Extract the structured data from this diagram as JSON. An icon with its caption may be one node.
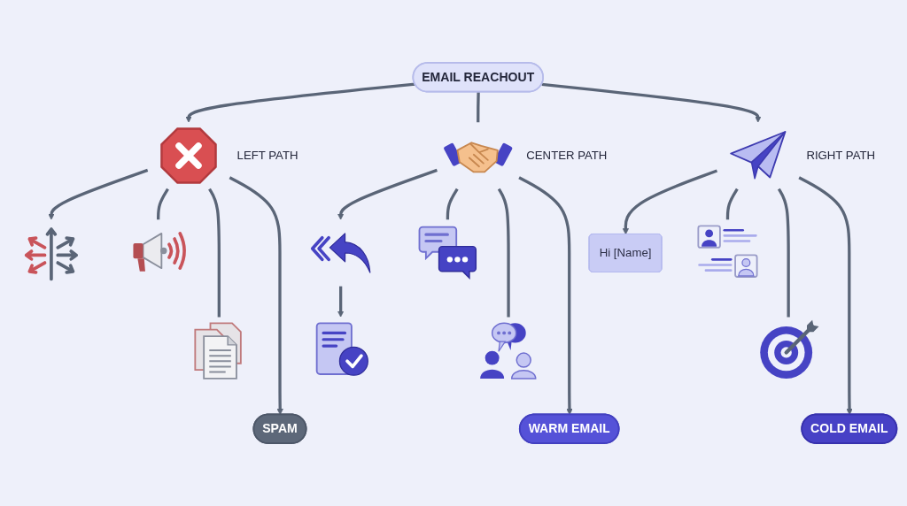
{
  "diagram": {
    "nodes": [
      {
        "text": [
          "EMAIL REACHOUT"
        ]
      },
      {
        "text": [],
        "shape": "picture",
        "beside": [
          "LEFT PATH"
        ]
      },
      {
        "text": [],
        "shape": "picture",
        "beside": [
          "CENTER PATH"
        ]
      },
      {
        "text": [],
        "shape": "picture",
        "beside": [
          "RIGHT PATH"
        ]
      },
      {
        "text": [],
        "shape": "picture"
      },
      {
        "text": [],
        "shape": "picture"
      },
      {
        "text": [],
        "shape": "picture"
      },
      {
        "text": [],
        "shape": "picture"
      },
      {
        "text": [],
        "shape": "picture"
      },
      {
        "text": [],
        "shape": "picture"
      },
      {
        "text": [],
        "shape": "picture"
      },
      {
        "text": [
          "Hi [Name]"
        ]
      },
      {
        "text": [],
        "shape": "picture"
      },
      {
        "text": [],
        "shape": "picture"
      },
      {
        "text": [
          "SPAM"
        ]
      },
      {
        "text": [
          "WARM EMAIL"
        ]
      },
      {
        "text": [
          "COLD EMAIL"
        ]
      }
    ],
    "edges": [
      {
        "from": 0,
        "to": 1,
        "arrow": "to"
      },
      {
        "from": 0,
        "to": 2,
        "arrow": "none"
      },
      {
        "from": 0,
        "to": 3,
        "arrow": "to"
      },
      {
        "from": 1,
        "to": 4,
        "arrow": "to"
      },
      {
        "from": 1,
        "to": 5,
        "arrow": "none"
      },
      {
        "from": 1,
        "to": 6,
        "arrow": "none"
      },
      {
        "from": 1,
        "to": 14,
        "arrow": "to"
      },
      {
        "from": 2,
        "to": 7,
        "arrow": "to"
      },
      {
        "from": 7,
        "to": 8,
        "arrow": "to"
      },
      {
        "from": 2,
        "to": 9,
        "arrow": "none"
      },
      {
        "from": 2,
        "to": 10,
        "arrow": "none"
      },
      {
        "from": 2,
        "to": 15,
        "arrow": "to"
      },
      {
        "from": 3,
        "to": 11,
        "arrow": "to"
      },
      {
        "from": 3,
        "to": 12,
        "arrow": "none"
      },
      {
        "from": 3,
        "to": 13,
        "arrow": "none"
      },
      {
        "from": 3,
        "to": 16,
        "arrow": "to"
      }
    ]
  }
}
